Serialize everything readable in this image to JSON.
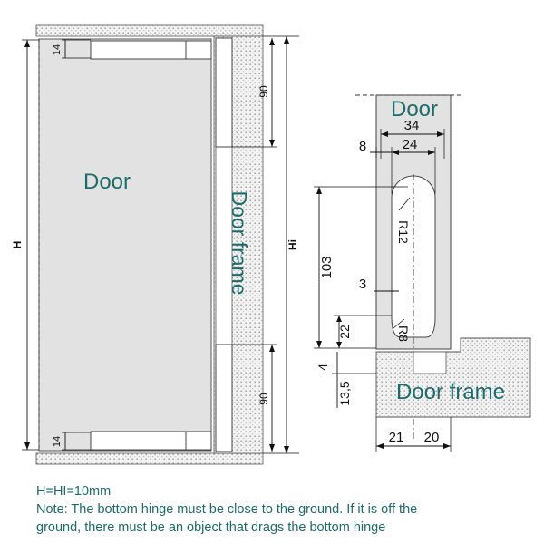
{
  "labels": {
    "door_left": "Door",
    "door_frame_left": "Door frame",
    "door_right": "Door",
    "door_frame_right": "Door frame"
  },
  "dimensions": {
    "top_gap": "14",
    "bottom_gap": "14",
    "top_hinge": "90",
    "bottom_hinge": "90",
    "height": "H",
    "inner_height": "Hi",
    "width_34": "34",
    "width_24": "24",
    "offset_8": "8",
    "radius_12": "R12",
    "length_103": "103",
    "offset_3": "3",
    "height_22": "22",
    "radius_8": "R8",
    "gap_4": "4",
    "depth_13_5": "13,5",
    "width_21": "21",
    "width_20": "20"
  },
  "notes": {
    "line1": "H=HI=10mm",
    "line2": "Note: The bottom hinge must be close to the ground. If it is off the",
    "line3": "ground, there must be an object that drags the bottom hinge"
  },
  "colors": {
    "door_fill": "#e2e2e2",
    "frame_fill": "#f2f2f2",
    "text_accent": "#1d6b6b",
    "line": "#111111"
  }
}
